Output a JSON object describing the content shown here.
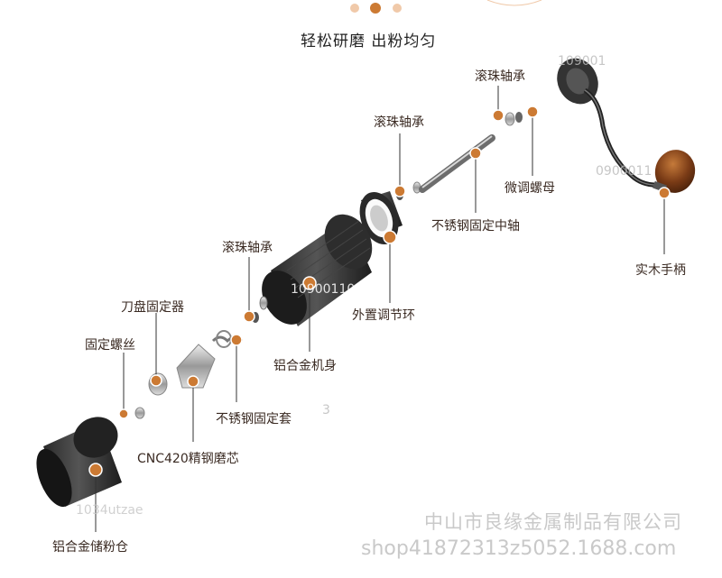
{
  "title": "轻松研磨 出粉均匀",
  "labels": {
    "bearing_top": "滚珠轴承",
    "bearing_mid": "滚珠轴承",
    "bearing_low": "滚珠轴承",
    "micro_nut": "微调螺母",
    "shaft": "不锈钢固定中轴",
    "handle": "实木手柄",
    "adjust_ring": "外置调节环",
    "burr_holder": "刀盘固定器",
    "body": "铝合金机身",
    "screw": "固定螺丝",
    "sleeve": "不锈钢固定套",
    "burr": "CNC420精钢磨芯",
    "bin": "铝合金储粉仓"
  },
  "watermarks": [
    "109001",
    "0900011",
    "10900110",
    "1034utzae",
    "3"
  ],
  "footer": {
    "company": "中山市良缘金属制品有限公司",
    "shop": "shop41872313z5052.1688.com"
  },
  "colors": {
    "accent": "#cc7a33",
    "line": "#333333"
  }
}
